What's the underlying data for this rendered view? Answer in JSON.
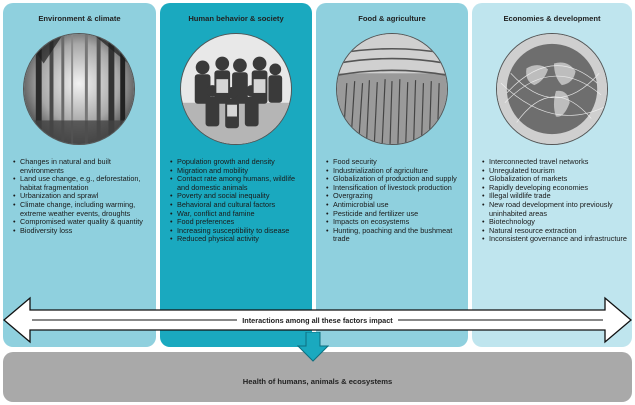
{
  "columns": [
    {
      "title": "Environment & climate",
      "image": "forest-photo",
      "items": [
        "Changes in natural and built environments",
        "Land use change, e.g., deforestation, habitat fragmentation",
        "Urbanization and sprawl",
        "Climate change, including warming, extreme weather events, droughts",
        "Compromised water quality & quantity",
        "Biodiversity loss"
      ]
    },
    {
      "title": "Human behavior & society",
      "image": "children-group-photo",
      "items": [
        "Population growth and density",
        "Migration and mobility",
        "Contact rate among humans, wildlife and domestic animals",
        "Poverty and social inequality",
        "Behavioral and cultural factors",
        "War, conflict and famine",
        "Food preferences",
        "Increasing susceptibility to disease",
        "Reduced physical activity"
      ]
    },
    {
      "title": "Food & agriculture",
      "image": "crop-field-photo",
      "items": [
        "Food security",
        "Industrialization of agriculture",
        "Globalization of production and supply",
        "Intensification of livestock production",
        "Overgrazing",
        "Antimicrobial use",
        "Pesticide and fertilizer use",
        "Impacts on ecosystems",
        "Hunting, poaching and the bushmeat trade"
      ]
    },
    {
      "title": "Economies & development",
      "image": "globe-network-photo",
      "items": [
        "Interconnected travel networks",
        "Unregulated tourism",
        "Globalization of markets",
        "Rapidly developing economies",
        "Illegal wildlife trade",
        "New road development into previously uninhabited areas",
        "Biotechnology",
        "Natural resource extraction",
        "Inconsistent governance and infrastructure"
      ]
    }
  ],
  "interaction_label": "Interactions among all these factors impact",
  "outcome_label": "Health of humans, animals & ecosystems",
  "colors": {
    "light_teal": "#8fd0de",
    "dark_teal": "#1aa9bf",
    "pale_teal": "#bfe5ee",
    "arrow_teal": "#1aa9bf",
    "outcome_gray": "#a9a9a9"
  }
}
